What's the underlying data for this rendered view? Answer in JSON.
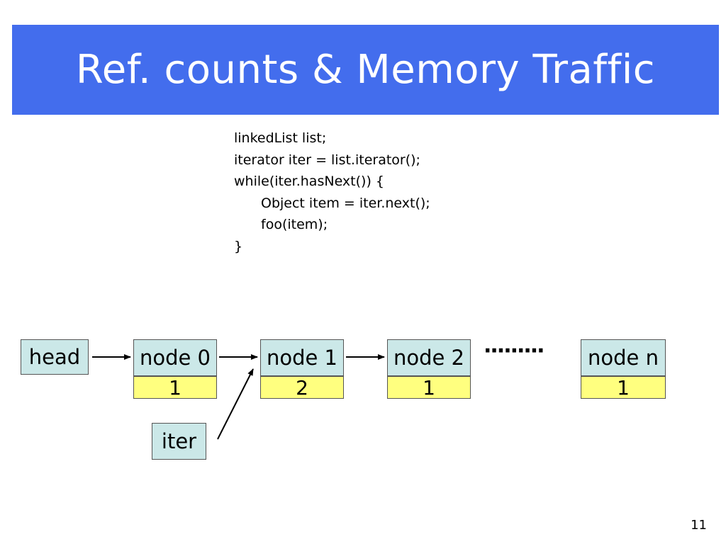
{
  "slide": {
    "title": "Ref. counts & Memory Traffic",
    "page_number": "11"
  },
  "code": {
    "lines": [
      "linkedList list;",
      "iterator iter = list.iterator();",
      "while(iter.hasNext()) {",
      "Object item = iter.next();",
      "foo(item);",
      "}"
    ]
  },
  "diagram": {
    "head": "head",
    "iter": "iter",
    "ellipsis": "·········",
    "nodes": [
      {
        "label": "node 0",
        "count": "1"
      },
      {
        "label": "node 1",
        "count": "2"
      },
      {
        "label": "node 2",
        "count": "1"
      },
      {
        "label": "node n",
        "count": "1"
      }
    ],
    "colors": {
      "title_bar": "#436ded",
      "name_box": "#cbe8e8",
      "count_box": "#ffff7f"
    }
  }
}
